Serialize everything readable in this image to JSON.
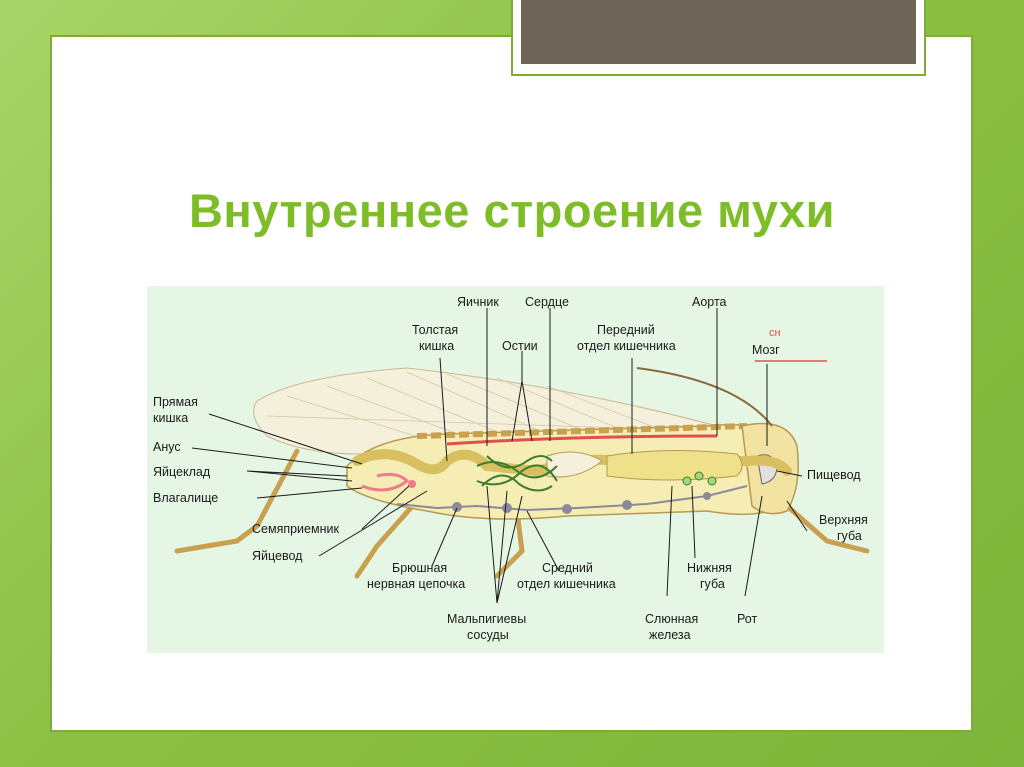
{
  "slide": {
    "title": "Внутреннее строение мухи"
  },
  "diagram": {
    "labels": {
      "ovary": "Яичник",
      "heart": "Сердце",
      "aorta": "Аорта",
      "large_intestine_1": "Толстая",
      "large_intestine_2": "кишка",
      "ostia": "Остии",
      "foregut_1": "Передний",
      "foregut_2": "отдел кишечника",
      "brain_annotation": "сн",
      "brain": "Мозг",
      "rectum_1": "Прямая",
      "rectum_2": "кишка",
      "anus": "Анус",
      "ovipositor": "Яйцеклад",
      "vagina": "Влагалище",
      "seminal_receptacle": "Семяприемник",
      "oviduct": "Яйцевод",
      "nerve_cord_1": "Брюшная",
      "nerve_cord_2": "нервная цепочка",
      "midgut_1": "Средний",
      "midgut_2": "отдел кишечника",
      "malpighian_1": "Мальпигиевы",
      "malpighian_2": "сосуды",
      "esophagus": "Пищевод",
      "upper_lip_1": "Верхняя",
      "upper_lip_2": "губа",
      "lower_lip_1": "Нижняя",
      "lower_lip_2": "губа",
      "salivary_gland_1": "Слюнная",
      "salivary_gland_2": "железа",
      "mouth": "Рот"
    },
    "colors": {
      "background": "#e6f6e4",
      "body": "#f6edb5",
      "gut": "#efe08a",
      "heart_line": "#e05050",
      "nerve_cord": "#8a8a9a",
      "malpighian": "#3a7d2a",
      "reproductive": "#f07a8a"
    }
  }
}
